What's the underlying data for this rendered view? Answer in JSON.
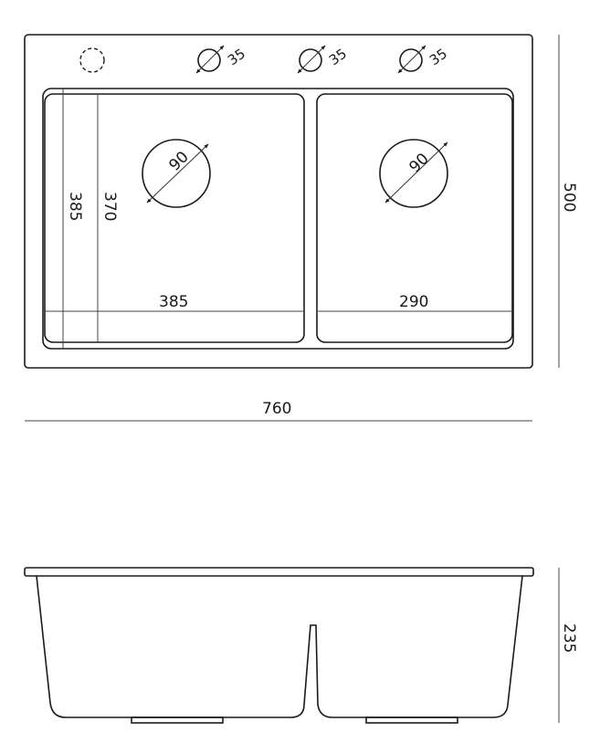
{
  "overall": {
    "width_label": "760",
    "depth_label": "500",
    "height_label": "235"
  },
  "tap_holes": [
    {
      "diameter_label": "35"
    },
    {
      "diameter_label": "35"
    },
    {
      "diameter_label": "35"
    }
  ],
  "left_bowl": {
    "width_label": "385",
    "length_outer_label": "385",
    "length_inner_label": "370",
    "drain_label": "90"
  },
  "right_bowl": {
    "width_label": "290",
    "drain_label": "90"
  }
}
